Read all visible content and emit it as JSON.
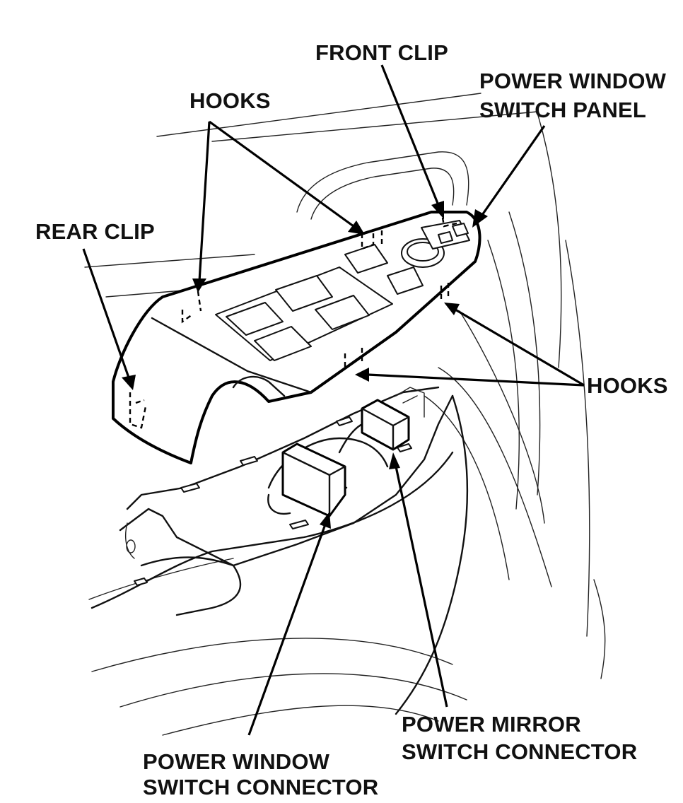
{
  "callouts": {
    "front_clip": "FRONT CLIP",
    "power_window_switch_panel_line1": "POWER WINDOW",
    "power_window_switch_panel_line2": "SWITCH PANEL",
    "hooks_top": "HOOKS",
    "rear_clip": "REAR CLIP",
    "hooks_right": "HOOKS",
    "power_mirror_connector_line1": "POWER MIRROR",
    "power_mirror_connector_line2": "SWITCH CONNECTOR",
    "power_window_connector_line1": "POWER WINDOW",
    "power_window_connector_line2": "SWITCH CONNECTOR"
  },
  "colors": {
    "ink": "#000000",
    "paper": "#ffffff"
  }
}
